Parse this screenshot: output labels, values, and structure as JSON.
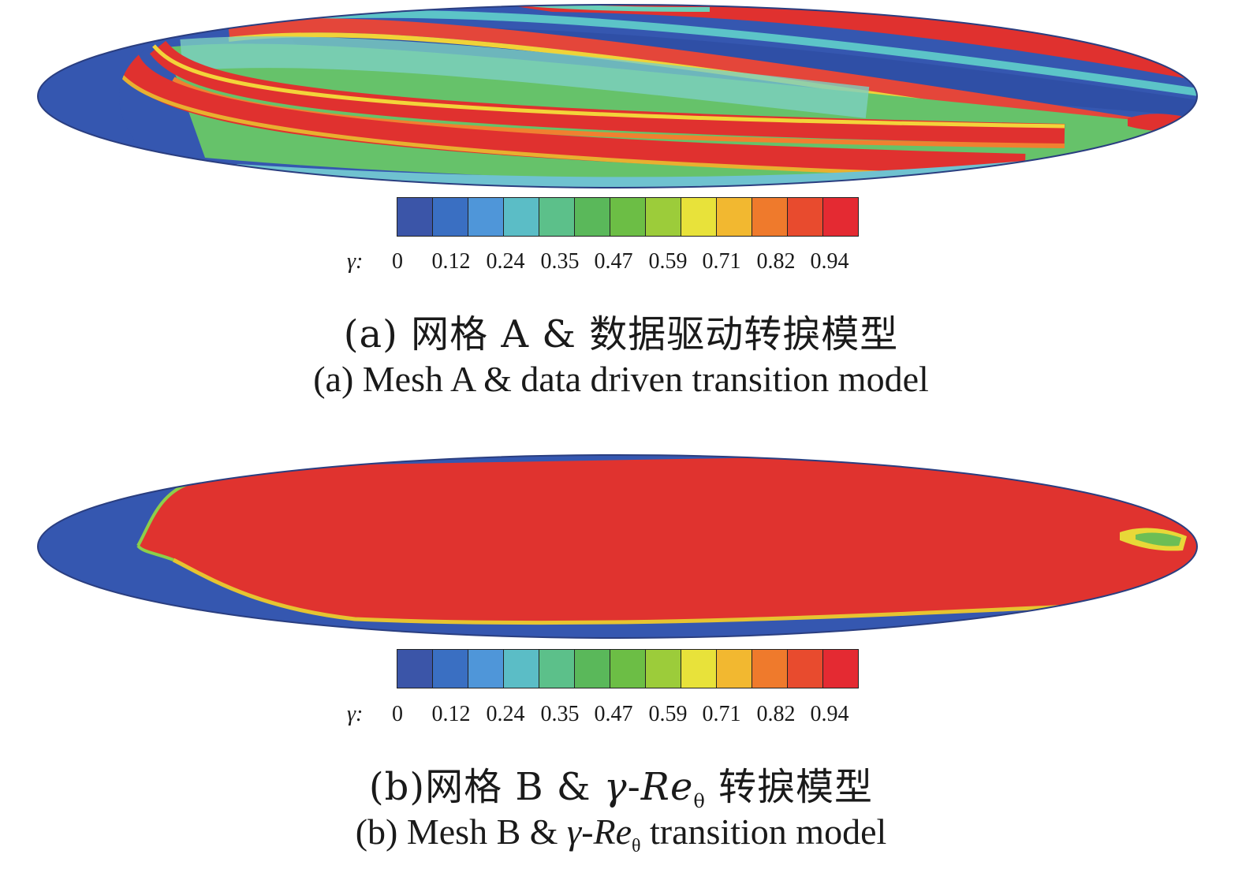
{
  "colorbar": {
    "variable": "γ:",
    "ticks": [
      "0",
      "0.12",
      "0.24",
      "0.35",
      "0.47",
      "0.59",
      "0.71",
      "0.82",
      "0.94"
    ],
    "colors": [
      "#3b55a8",
      "#3a6fc2",
      "#4f96d9",
      "#5bbdc6",
      "#5cc08a",
      "#5ab85a",
      "#6cbe45",
      "#9ccc3a",
      "#e8e23a",
      "#f2b830",
      "#ef7a2c",
      "#e84b2e",
      "#e42a32"
    ]
  },
  "panel_a": {
    "caption_zh_pre": "(a) 网格 A & 数据驱动转捩模型",
    "caption_en": "(a) Mesh A & data driven transition model"
  },
  "panel_b": {
    "caption_zh_pre": "(b)网格 B & ",
    "caption_zh_gamma": "γ",
    "caption_zh_dash": "-",
    "caption_zh_re": "Re",
    "caption_zh_sub": "θ",
    "caption_zh_post": " 转捩模型",
    "caption_en_pre": "(b) Mesh B & ",
    "caption_en_gamma": "γ",
    "caption_en_dash": "-",
    "caption_en_re": "Re",
    "caption_en_sub": "θ",
    "caption_en_post": " transition model"
  }
}
